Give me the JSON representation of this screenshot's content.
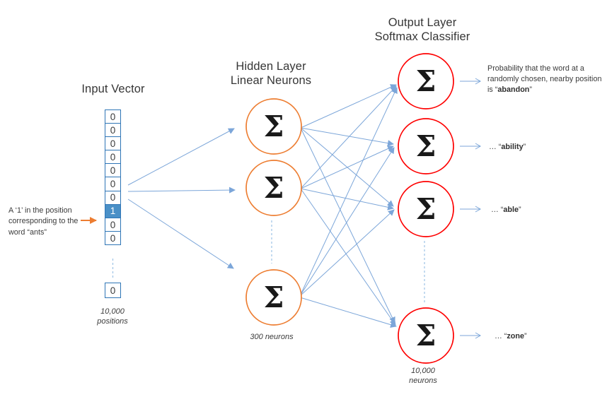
{
  "colors": {
    "connector_blue": "#7CA6D9",
    "dash_blue": "#9DC3E6",
    "cell_border_blue": "#2E75B6",
    "highlight_blue": "#4A90C7",
    "orange": "#ED7D31",
    "red": "#FE0000",
    "text_dark": "#3d3d3d"
  },
  "input": {
    "title": "Input Vector",
    "cells": [
      "0",
      "0",
      "0",
      "0",
      "0",
      "0",
      "0",
      "1",
      "0",
      "0"
    ],
    "overflow_cell": "0",
    "caption_line1": "10,000",
    "caption_line2": "positions",
    "annotation_line1": "A ‘1’ in the position",
    "annotation_line2": "corresponding to the",
    "annotation_line3": "word “ants”"
  },
  "hidden": {
    "title_line1": "Hidden Layer",
    "title_line2": "Linear Neurons",
    "neuron_symbol": "Σ",
    "caption": "300 neurons"
  },
  "output": {
    "title_line1": "Output Layer",
    "title_line2": "Softmax Classifier",
    "neuron_symbol": "Σ",
    "caption_line1": "10,000",
    "caption_line2": "neurons",
    "labels": [
      {
        "prefix": "Probability that the word at a randomly chosen, nearby position is “",
        "word": "abandon",
        "suffix": "”"
      },
      {
        "prefix": "… “",
        "word": "ability",
        "suffix": "”"
      },
      {
        "prefix": "… “",
        "word": "able",
        "suffix": "”"
      },
      {
        "prefix": "… “",
        "word": "zone",
        "suffix": "”"
      }
    ]
  }
}
